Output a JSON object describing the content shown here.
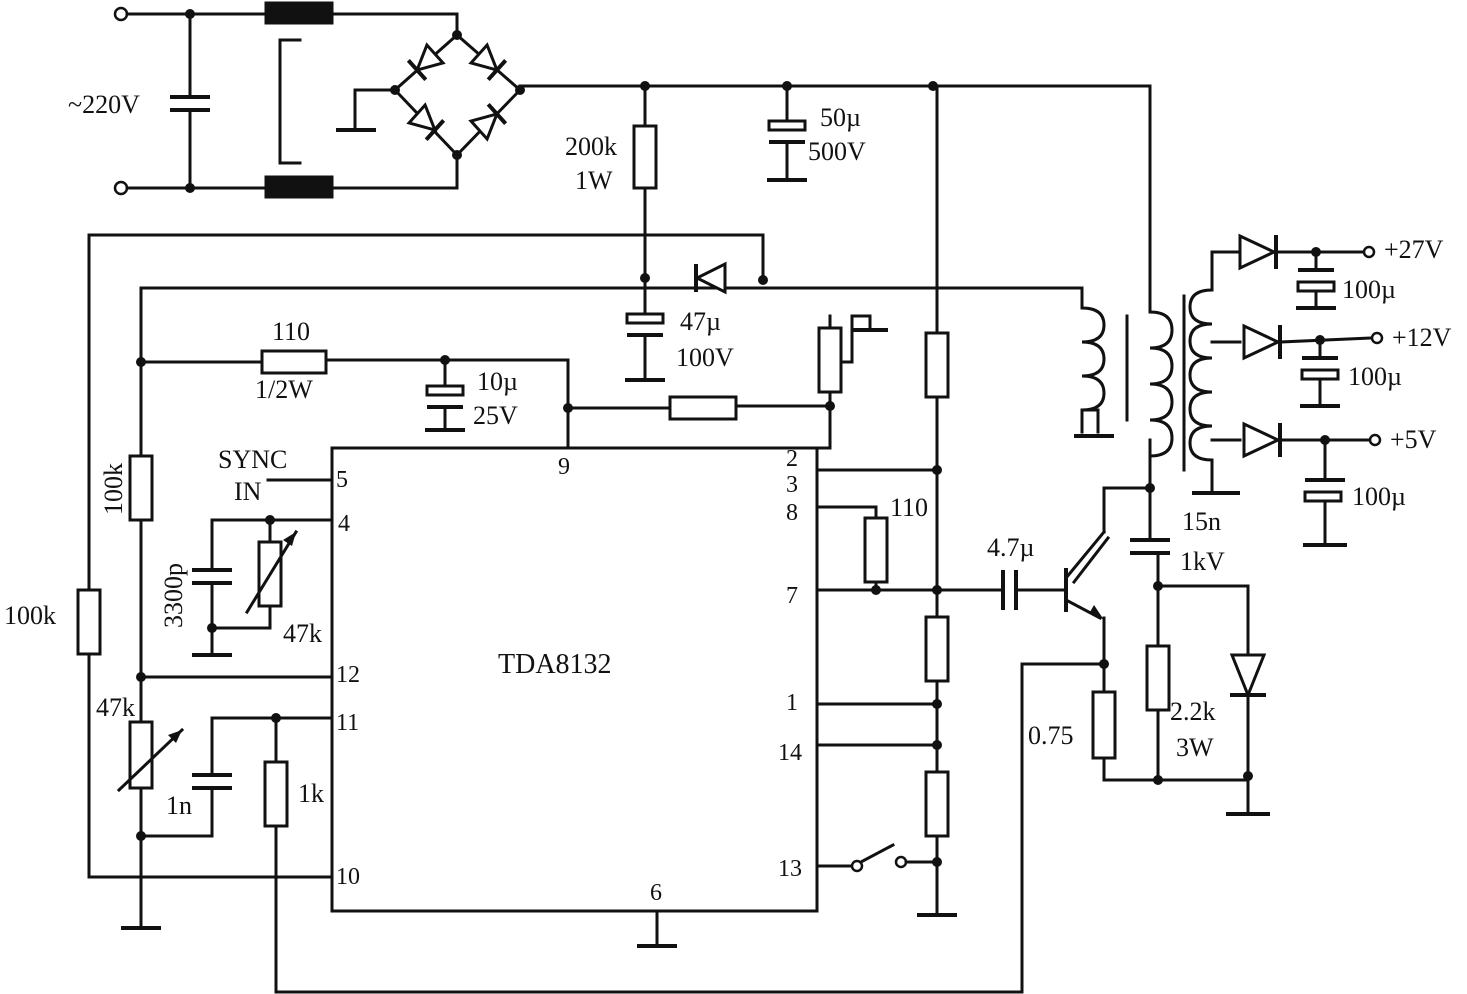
{
  "ic": {
    "name": "TDA8132",
    "pins": {
      "p5": "5",
      "p4": "4",
      "p9": "9",
      "p2": "2",
      "p3": "3",
      "p8": "8",
      "p7": "7",
      "p12": "12",
      "p11": "11",
      "p1": "1",
      "p14": "14",
      "p10": "10",
      "p13": "13",
      "p6": "6"
    }
  },
  "input": {
    "mains": "~220V",
    "sync_line1": "SYNC",
    "sync_line2": "IN"
  },
  "components": {
    "r_200k": "200k",
    "r_200k_power": "1W",
    "c_50u": "50µ",
    "c_50u_voltage": "500V",
    "c_47u": "47µ",
    "c_47u_voltage": "100V",
    "r_110_top": "110",
    "r_110_top_power": "1/2W",
    "c_10u": "10µ",
    "c_10u_voltage": "25V",
    "r_100k_a": "100k",
    "r_100k_b": "100k",
    "c_3300p": "3300p",
    "vr_47k_a": "47k",
    "vr_47k_b": "47k",
    "c_1n": "1n",
    "r_1k": "1k",
    "r_110_pin8": "110",
    "c_4u7": "4.7µ",
    "r_075": "0.75",
    "c_15n": "15n",
    "c_15n_voltage": "1kV",
    "r_2k2": "2.2k",
    "r_2k2_power": "3W",
    "c_out1": "100µ",
    "c_out2": "100µ",
    "c_out3": "100µ"
  },
  "outputs": {
    "v27": "+27V",
    "v12": "+12V",
    "v5": "+5V"
  }
}
